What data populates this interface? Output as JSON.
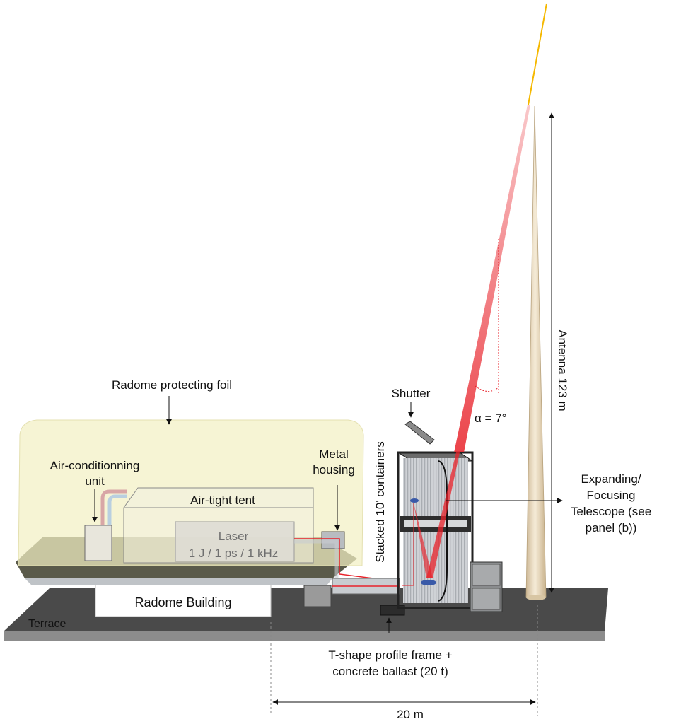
{
  "labels": {
    "radome_foil": "Radome protecting foil",
    "shutter": "Shutter",
    "air_conditioning_line1": "Air-conditionning",
    "air_conditioning_line2": "unit",
    "metal_housing_line1": "Metal",
    "metal_housing_line2": "housing",
    "air_tight_tent": "Air-tight tent",
    "laser_line1": "Laser",
    "laser_line2": "1 J / 1 ps / 1 kHz",
    "stacked_containers": "Stacked 10' containers",
    "alpha": "α = 7°",
    "antenna": "Antenna 123 m",
    "telescope_line1": "Expanding/",
    "telescope_line2": "Focusing",
    "telescope_line3": "Telescope (see",
    "telescope_line4": "panel (b))",
    "radome_building": "Radome Building",
    "terrace": "Terrace",
    "frame_line1": "T-shape profile frame +",
    "frame_line2": "concrete ballast (20 t)",
    "distance": "20 m"
  },
  "colors": {
    "beam": "#e8222a",
    "beam_far": "#f5b800",
    "foil": "#f3f0c4",
    "terrace": "#4a4a4a",
    "antenna": "#ecdcc2"
  }
}
